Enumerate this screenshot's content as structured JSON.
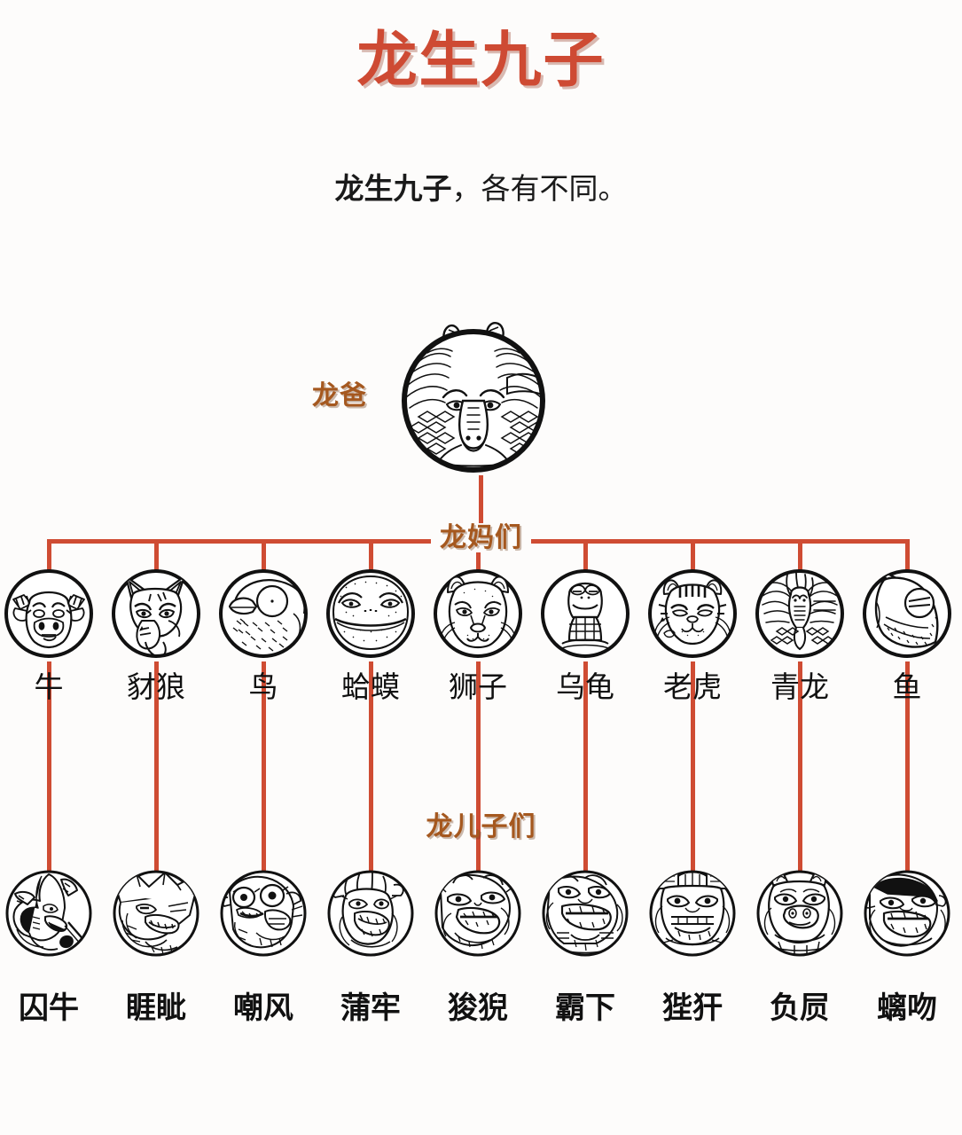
{
  "title": "龙生九子",
  "subtitle": {
    "bold_part": "龙生九子",
    "rest_part": "，各有不同。"
  },
  "father": {
    "label": "龙爸",
    "portrait": "dragon-head-portrait"
  },
  "mothers_title": "龙妈们",
  "sons_title": "龙儿子们",
  "mothers": [
    {
      "label": "牛",
      "portrait": "ox-portrait"
    },
    {
      "label": "豺狼",
      "portrait": "jackal-portrait"
    },
    {
      "label": "鸟",
      "portrait": "bird-portrait"
    },
    {
      "label": "蛤蟆",
      "portrait": "toad-portrait"
    },
    {
      "label": "狮子",
      "portrait": "lion-portrait"
    },
    {
      "label": "乌龟",
      "portrait": "turtle-portrait"
    },
    {
      "label": "老虎",
      "portrait": "tiger-portrait"
    },
    {
      "label": "青龙",
      "portrait": "azure-dragon-portrait"
    },
    {
      "label": "鱼",
      "portrait": "fish-portrait"
    }
  ],
  "sons": [
    {
      "label": "囚牛",
      "portrait": "qiuniu-portrait"
    },
    {
      "label": "睚眦",
      "portrait": "yazi-portrait"
    },
    {
      "label": "嘲风",
      "portrait": "chaofeng-portrait"
    },
    {
      "label": "蒲牢",
      "portrait": "pulao-portrait"
    },
    {
      "label": "狻猊",
      "portrait": "suanni-portrait"
    },
    {
      "label": "霸下",
      "portrait": "baxia-portrait"
    },
    {
      "label": "狴犴",
      "portrait": "bian-portrait"
    },
    {
      "label": "负屃",
      "portrait": "fuxi-portrait"
    },
    {
      "label": "螭吻",
      "portrait": "chiwen-portrait"
    }
  ],
  "colors": {
    "title_red": "#ce4a33",
    "label_brown": "#a5581f",
    "connector_red": "#cf4c33",
    "ink_black": "#111111",
    "background": "#fdfcfb"
  }
}
